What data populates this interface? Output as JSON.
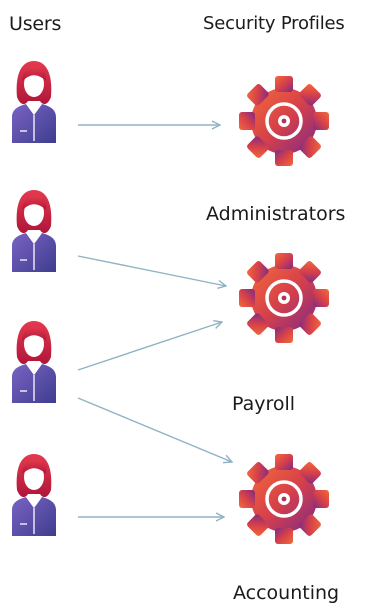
{
  "headers": {
    "users": "Users",
    "security_profiles": "Security Profiles"
  },
  "profiles": [
    {
      "label": "Administrators"
    },
    {
      "label": "Payroll"
    },
    {
      "label": "Accounting"
    }
  ],
  "colors": {
    "arrow": "#8fb3c3",
    "hair": "#d8203f",
    "body": "#5a53a8",
    "gear_warm": "#f0613a",
    "gear_cool": "#8b2e86"
  },
  "icons": {
    "user": "user-icon",
    "gear": "gear-icon"
  }
}
